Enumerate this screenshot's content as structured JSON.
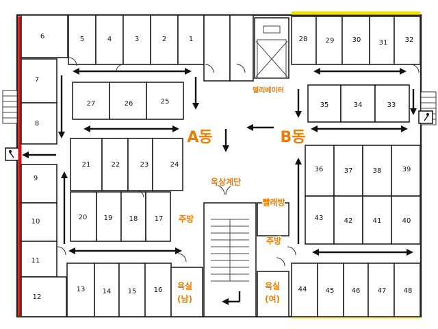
{
  "rooms_a": [
    "1",
    "2",
    "3",
    "4",
    "5",
    "6",
    "7",
    "8",
    "9",
    "10",
    "11",
    "12",
    "13",
    "14",
    "15",
    "16",
    "17",
    "18",
    "19",
    "20",
    "21",
    "22",
    "23",
    "24",
    "25",
    "26",
    "27"
  ],
  "rooms_b": [
    "28",
    "29",
    "30",
    "31",
    "32",
    "33",
    "34",
    "35",
    "36",
    "37",
    "38",
    "39",
    "40",
    "41",
    "42",
    "43",
    "44",
    "45",
    "46",
    "47",
    "48"
  ],
  "labels": {
    "building_a": "A동",
    "building_b": "B동",
    "elevator": "엘리베이터",
    "rooftop_stairs": "옥상계단",
    "laundry": "빨래방",
    "kitchen_a": "주방",
    "kitchen_b": "주방",
    "bath_m_line1": "욕실",
    "bath_m_line2": "(남)",
    "bath_f_line1": "욕실",
    "bath_f_line2": "(여)"
  },
  "colors": {
    "exit_wall": "#e01010",
    "b_wall": "#f2e200",
    "label": "#f07d00"
  }
}
